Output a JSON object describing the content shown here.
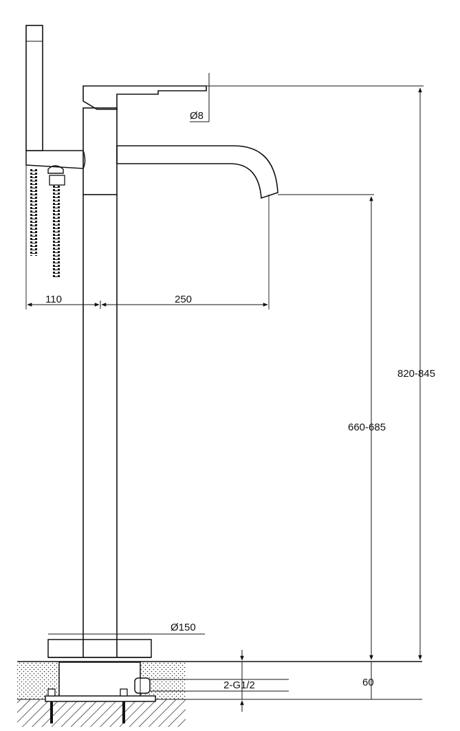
{
  "drawing": {
    "line_color": "#111111",
    "background": "#ffffff",
    "dimensions": {
      "spout_diameter": "Ø8",
      "handshower_offset": "110",
      "spout_reach": "250",
      "total_height": "820-845",
      "spout_height": "660-685",
      "base_diameter": "Ø150",
      "below_floor_depth": "60",
      "inlet_connections": "2-G1/2"
    }
  }
}
